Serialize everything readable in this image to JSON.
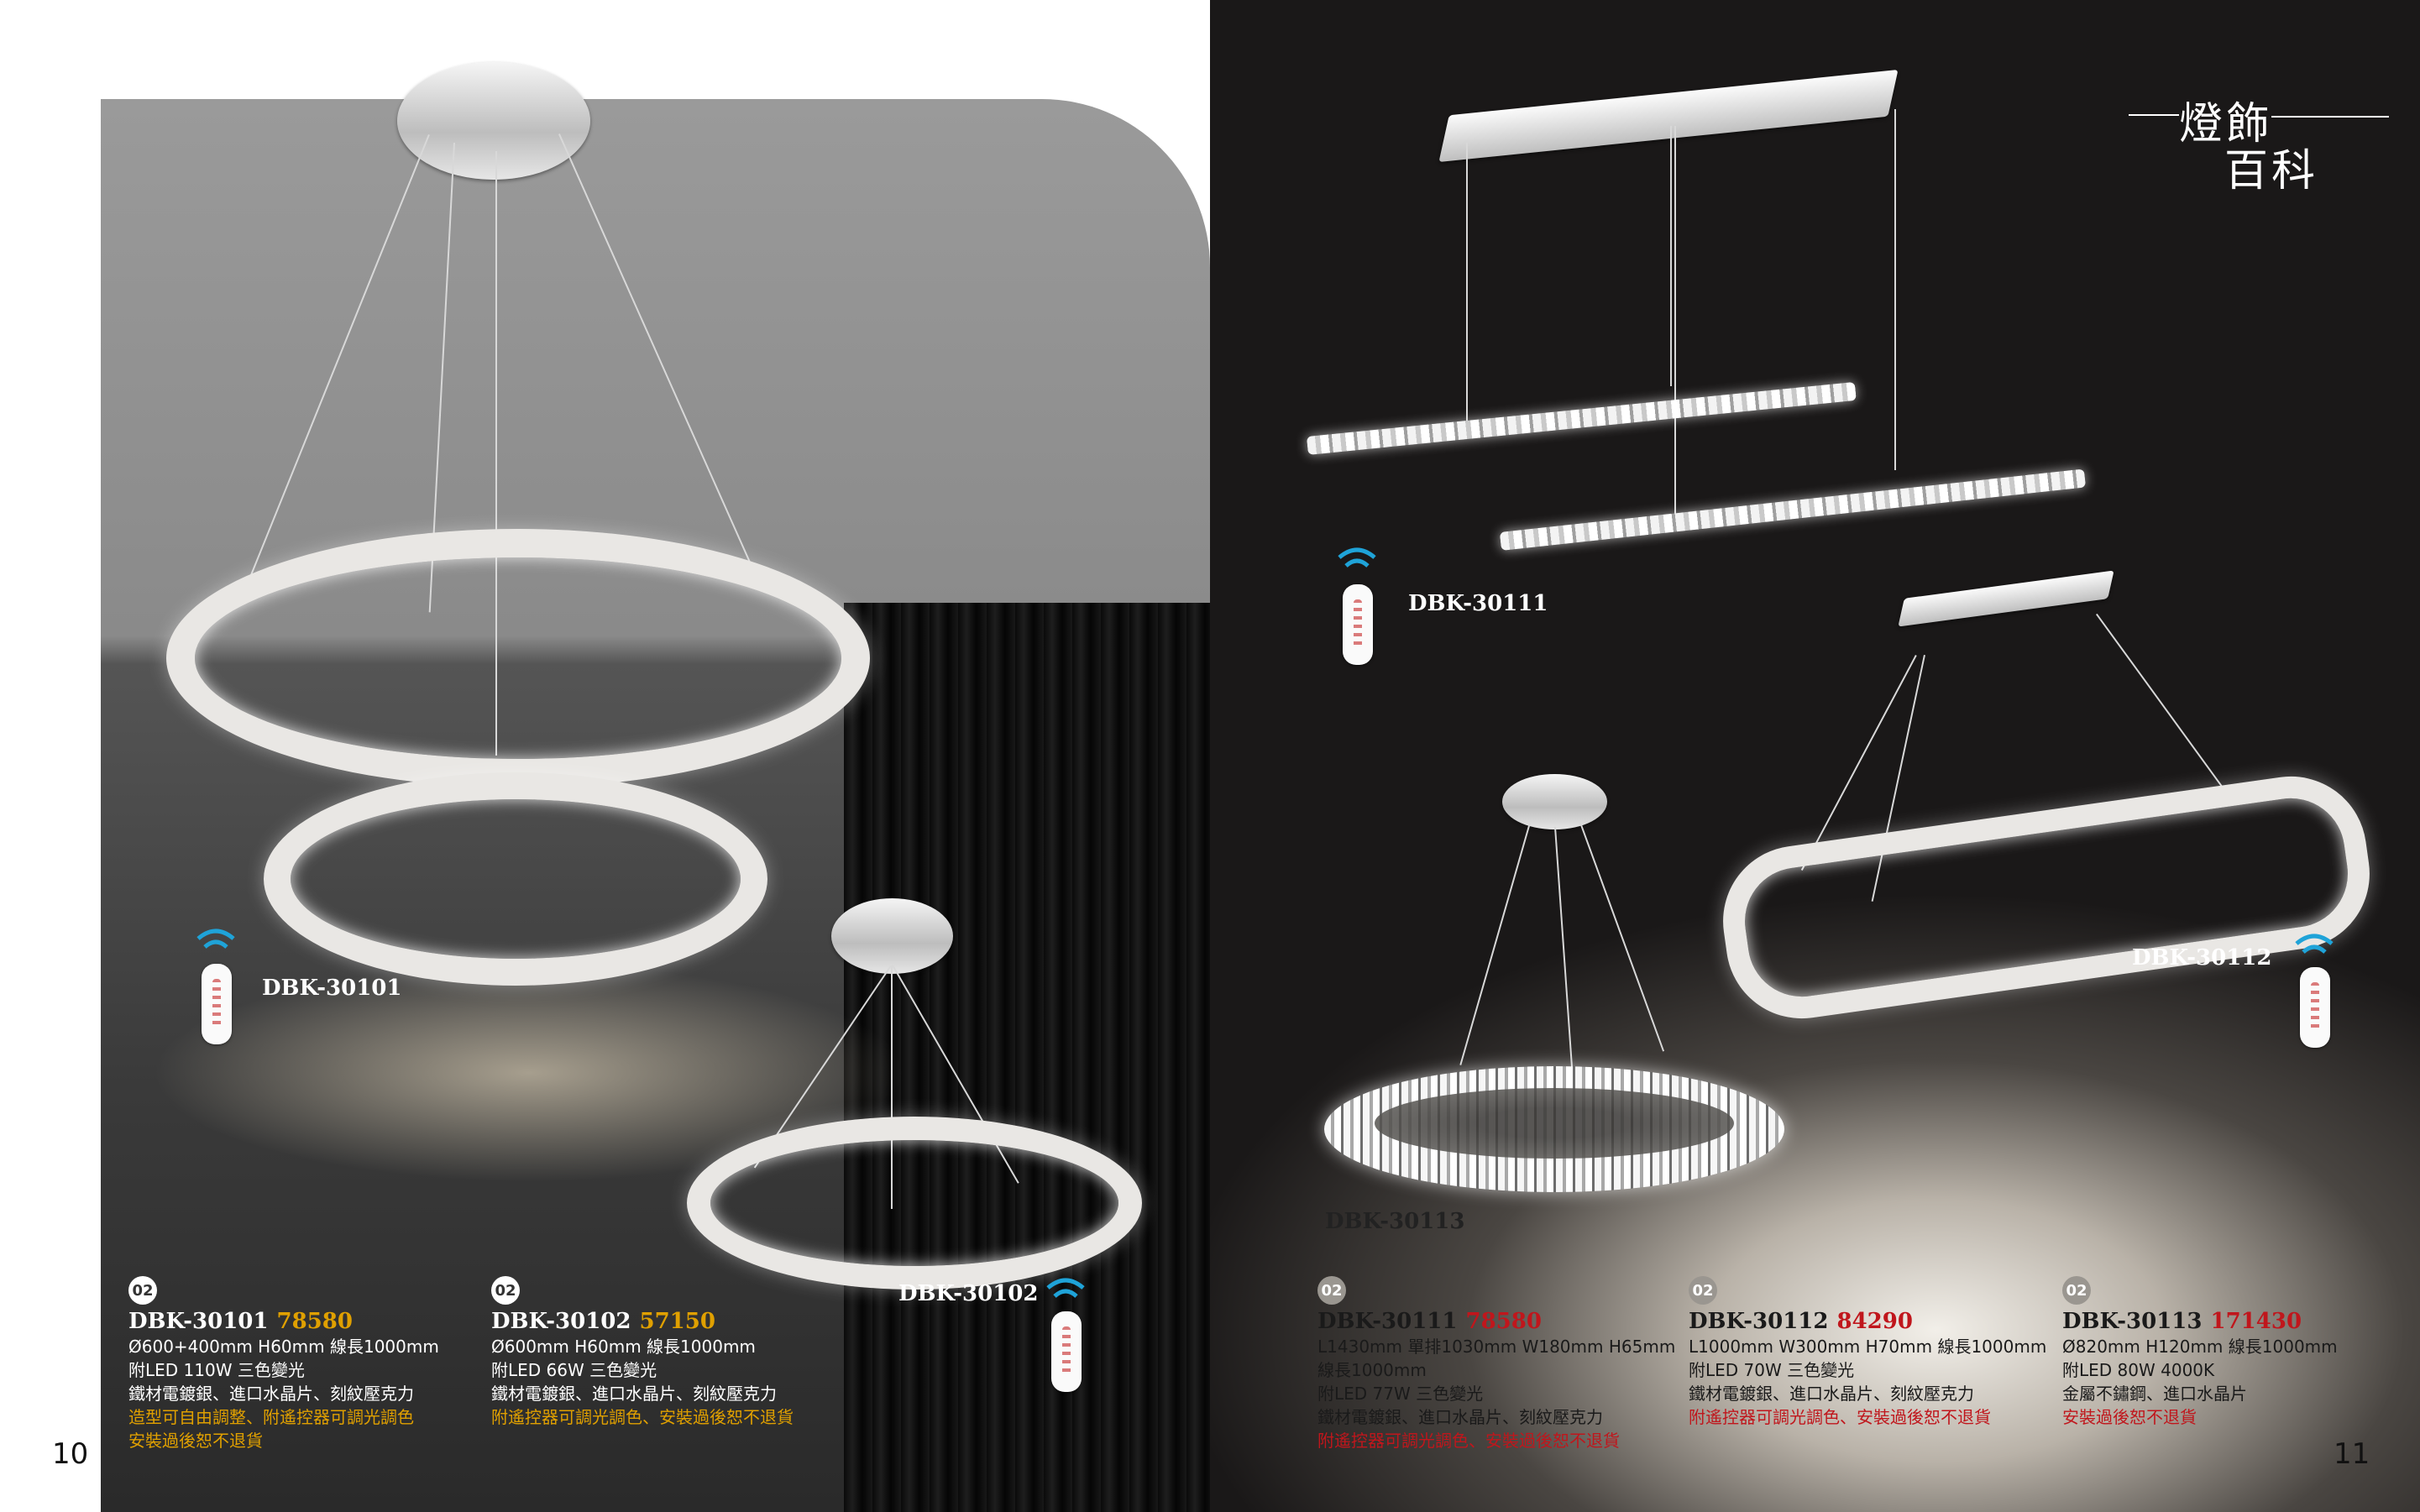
{
  "left_page": {
    "page_number": "10",
    "products": [
      {
        "badge": "02",
        "model": "DBK-30101",
        "price": "78580",
        "lines": [
          "Ø600+400mm H60mm 線長1000mm",
          "附LED 110W 三色變光",
          "鐵材電鍍銀、進口水晶片、刻紋壓克力"
        ],
        "highlight": [
          "造型可自由調整、附遙控器可調光調色",
          "安裝過後恕不退貨"
        ]
      },
      {
        "badge": "02",
        "model": "DBK-30102",
        "price": "57150",
        "lines": [
          "Ø600mm H60mm 線長1000mm",
          "附LED 66W 三色變光",
          "鐵材電鍍銀、進口水晶片、刻紋壓克力"
        ],
        "highlight": [
          "附遙控器可調光調色、安裝過後恕不退貨"
        ]
      }
    ],
    "photo_labels": [
      "DBK-30101",
      "DBK-30102"
    ]
  },
  "right_page": {
    "page_number": "11",
    "logo": {
      "line1": "燈飾",
      "line2": "百科"
    },
    "products": [
      {
        "badge": "02",
        "model": "DBK-30111",
        "price": "78580",
        "lines": [
          "L1430mm 單排1030mm W180mm H65mm",
          "線長1000mm",
          "附LED 77W 三色變光",
          "鐵材電鍍銀、進口水晶片、刻紋壓克力"
        ],
        "highlight": [
          "附遙控器可調光調色、安裝過後恕不退貨"
        ]
      },
      {
        "badge": "02",
        "model": "DBK-30112",
        "price": "84290",
        "lines": [
          "L1000mm W300mm H70mm 線長1000mm",
          "附LED 70W 三色變光",
          "鐵材電鍍銀、進口水晶片、刻紋壓克力"
        ],
        "highlight": [
          "附遙控器可調光調色、安裝過後恕不退貨"
        ]
      },
      {
        "badge": "02",
        "model": "DBK-30113",
        "price": "171430",
        "lines": [
          "Ø820mm H120mm 線長1000mm",
          "附LED 80W 4000K",
          "金屬不鏽鋼、進口水晶片"
        ],
        "highlight": [
          "安裝過後恕不退貨"
        ]
      }
    ],
    "photo_labels": [
      "DBK-30111",
      "DBK-30112",
      "DBK-30113"
    ]
  },
  "colors": {
    "left_price": "#e0a000",
    "left_highlight": "#c89400",
    "right_price": "#c0161c",
    "right_highlight": "#c0161c",
    "badge_bg_left": "#ffffff",
    "badge_bg_right": "#9a9690",
    "remote_signal": "#1fa3d8"
  }
}
